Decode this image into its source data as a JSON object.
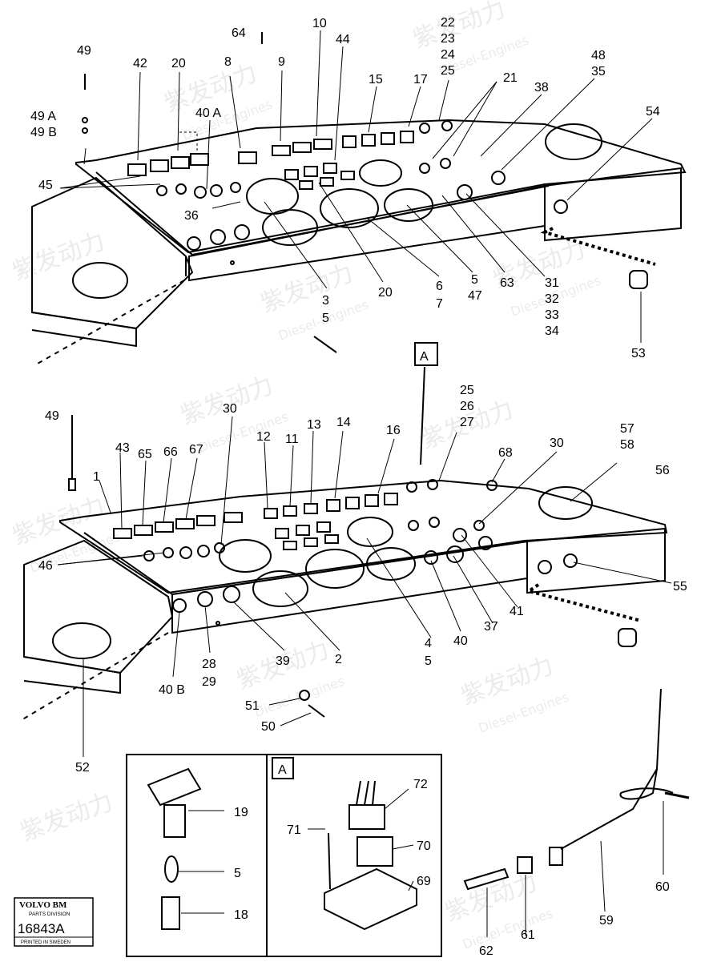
{
  "watermark": {
    "brand_cn": "紫发动力",
    "brand_en": "Diesel-Engines"
  },
  "callouts": {
    "upper": [
      "49",
      "49 A",
      "49 B",
      "45",
      "42",
      "20",
      "40 A",
      "36",
      "8",
      "64",
      "9",
      "10",
      "44",
      "15",
      "17",
      "22",
      "23",
      "24",
      "25",
      "21",
      "38",
      "48",
      "35",
      "54",
      "20",
      "6",
      "7",
      "3",
      "5",
      "5",
      "47",
      "63",
      "31",
      "32",
      "33",
      "34",
      "53"
    ],
    "view_marker": "A",
    "lower": [
      "49",
      "1",
      "43",
      "65",
      "66",
      "67",
      "30",
      "12",
      "11",
      "13",
      "14",
      "16",
      "25",
      "26",
      "27",
      "68",
      "30",
      "57",
      "58",
      "56",
      "46",
      "55",
      "41",
      "37",
      "40",
      "4",
      "5",
      "2",
      "39",
      "28",
      "29",
      "40 B",
      "51",
      "50",
      "52"
    ],
    "detail_left": [
      "19",
      "5",
      "18"
    ],
    "detail_a": [
      "72",
      "71",
      "70",
      "69"
    ],
    "cable": [
      "62",
      "61",
      "59",
      "60"
    ]
  },
  "logo": {
    "brand": "VOLVO BM",
    "division": "PARTS DIVISION",
    "number": "16843A",
    "printed": "PRINTED IN SWEDEN"
  }
}
